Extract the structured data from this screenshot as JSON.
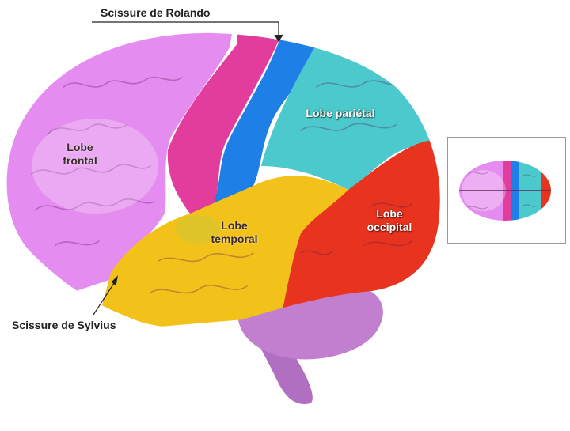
{
  "callouts": {
    "rolando": "Scissure de Rolando",
    "sylvius": "Scissure de Sylvius"
  },
  "lobes": {
    "frontal": {
      "label": "Lobe\nfrontal",
      "color": "#e58cf0"
    },
    "parietal": {
      "label": "Lobe pariétal",
      "color": "#4cc9cc"
    },
    "temporal": {
      "label": "Lobe\ntemporal",
      "color": "#f3c21a"
    },
    "occipital": {
      "label": "Lobe\noccipital",
      "color": "#e8331e"
    }
  },
  "regions": {
    "precentral": {
      "color": "#e23c9c"
    },
    "postcentral": {
      "color": "#1e7fe6"
    },
    "cerebellum": {
      "color": "#c27fd0"
    },
    "brainstem": {
      "color": "#b06fc0"
    }
  }
}
